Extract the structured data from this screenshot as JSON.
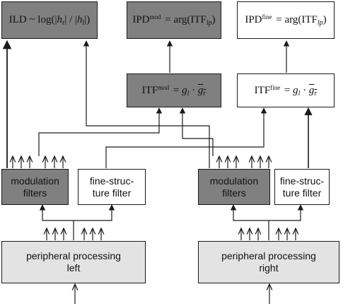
{
  "boxes": {
    "ild": {
      "pre": "ILD ~ log(|",
      "h_r": "h",
      "r_sub": "r",
      "mid": "| / |",
      "h_l": "h",
      "l_sub": "l",
      "post": "|)"
    },
    "ipd_mod": {
      "name": "IPD",
      "sup": "mod",
      "eq": " = arg(ITF",
      "sub": "lp",
      "close": ")"
    },
    "ipd_fine": {
      "name": "IPD",
      "sup": "fine",
      "eq": " = arg(ITF",
      "sub": "lp",
      "close": ")"
    },
    "itf_mod": {
      "name": "ITF",
      "sup": "mod",
      "eq": " = ",
      "g": "g",
      "l": "l",
      "dot": " · ",
      "gr": "g",
      "r": "r"
    },
    "itf_fine": {
      "name": "ITF",
      "sup": "fine",
      "eq": " = ",
      "g": "g",
      "l": "l",
      "dot": " · ",
      "gr": "g",
      "r": "r"
    },
    "mod_left": {
      "line1": "modulation",
      "line2": "filters"
    },
    "fine_left": {
      "line1": "fine-struc-",
      "line2": "ture filter"
    },
    "mod_right": {
      "line1": "modulation",
      "line2": "filters"
    },
    "fine_right": {
      "line1": "fine-struc-",
      "line2": "ture filter"
    },
    "periph_left": {
      "line1": "peripheral processing",
      "line2": "left"
    },
    "periph_right": {
      "line1": "peripheral processing",
      "line2": "right"
    }
  },
  "colors": {
    "dark_fill": "#808080",
    "light_fill": "#e3e3e3",
    "line": "#1a1a1a"
  }
}
